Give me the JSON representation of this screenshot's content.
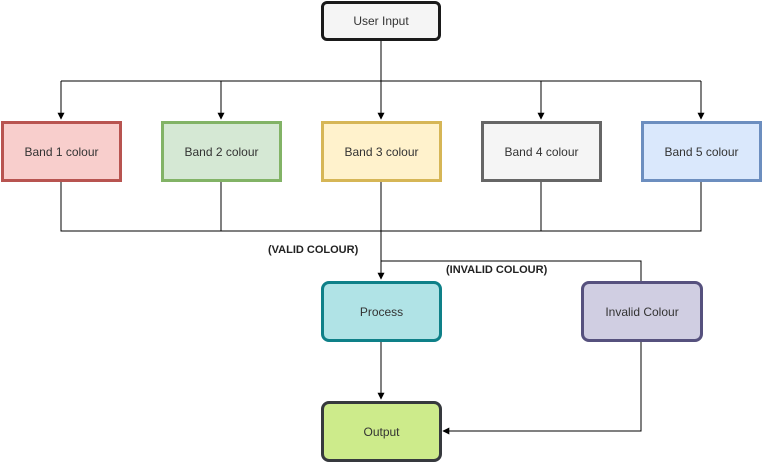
{
  "nodes": {
    "user_input": {
      "label": "User Input",
      "fill": "#f5f5f5",
      "stroke": "#1a1a1a"
    },
    "band1": {
      "label": "Band 1 colour",
      "fill": "#f8cecc",
      "stroke": "#b85450"
    },
    "band2": {
      "label": "Band 2 colour",
      "fill": "#d5e8d4",
      "stroke": "#82b366"
    },
    "band3": {
      "label": "Band 3 colour",
      "fill": "#fff2cc",
      "stroke": "#d6b656"
    },
    "band4": {
      "label": "Band 4 colour",
      "fill": "#f5f5f5",
      "stroke": "#666666"
    },
    "band5": {
      "label": "Band 5 colour",
      "fill": "#dae8fc",
      "stroke": "#6c8ebf"
    },
    "process": {
      "label": "Process",
      "fill": "#b0e3e6",
      "stroke": "#0e8088"
    },
    "invalid_colour": {
      "label": "Invalid Colour",
      "fill": "#d0cee2",
      "stroke": "#56517e"
    },
    "output": {
      "label": "Output",
      "fill": "#cdeb8b",
      "stroke": "#36393d"
    }
  },
  "edge_labels": {
    "valid": "(VALID COLOUR)",
    "invalid": "(INVALID COLOUR)"
  }
}
